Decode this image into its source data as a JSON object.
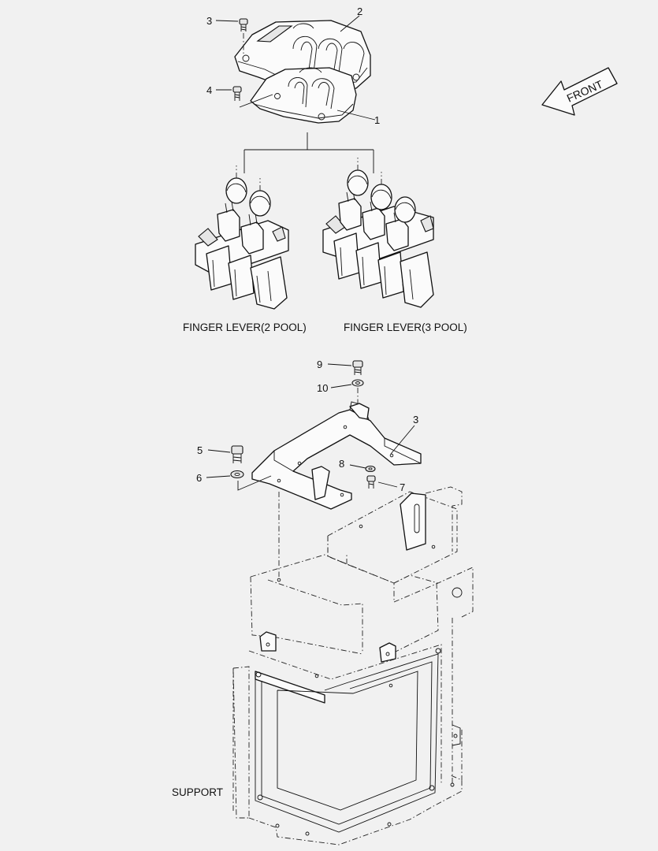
{
  "diagram": {
    "front_label": "FRONT",
    "captions": {
      "finger_lever_2": "FINGER LEVER(2 POOL)",
      "finger_lever_3": "FINGER LEVER(3 POOL)",
      "support": "SUPPORT"
    },
    "callouts": {
      "c1": "1",
      "c2": "2",
      "c3_top": "3",
      "c4": "4",
      "c3_bracket": "3",
      "c5": "5",
      "c6": "6",
      "c7": "7",
      "c8": "8",
      "c9": "9",
      "c10": "10"
    }
  }
}
